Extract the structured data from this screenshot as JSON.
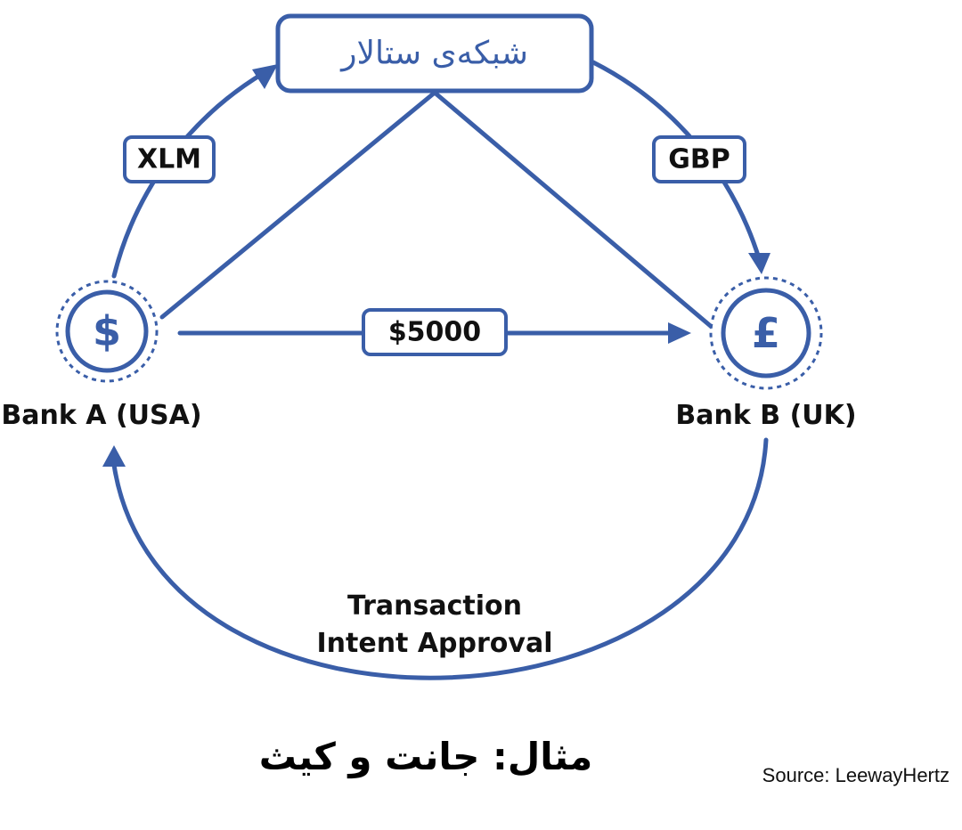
{
  "network": {
    "label": "شبکەی ستالار"
  },
  "edges": {
    "xlm_label": "XLM",
    "gbp_label": "GBP",
    "amount_label": "$5000",
    "approval_line1": "Transaction",
    "approval_line2": "Intent Approval"
  },
  "bank_a": {
    "symbol": "$",
    "label": "Bank A (USA)"
  },
  "bank_b": {
    "symbol": "£",
    "label": "Bank B (UK)"
  },
  "caption": "مثال: جانت و کیث",
  "source": "Source: LeewayHertz",
  "colors": {
    "accent": "#3a5ea8",
    "text": "#111111",
    "background": "#ffffff"
  }
}
